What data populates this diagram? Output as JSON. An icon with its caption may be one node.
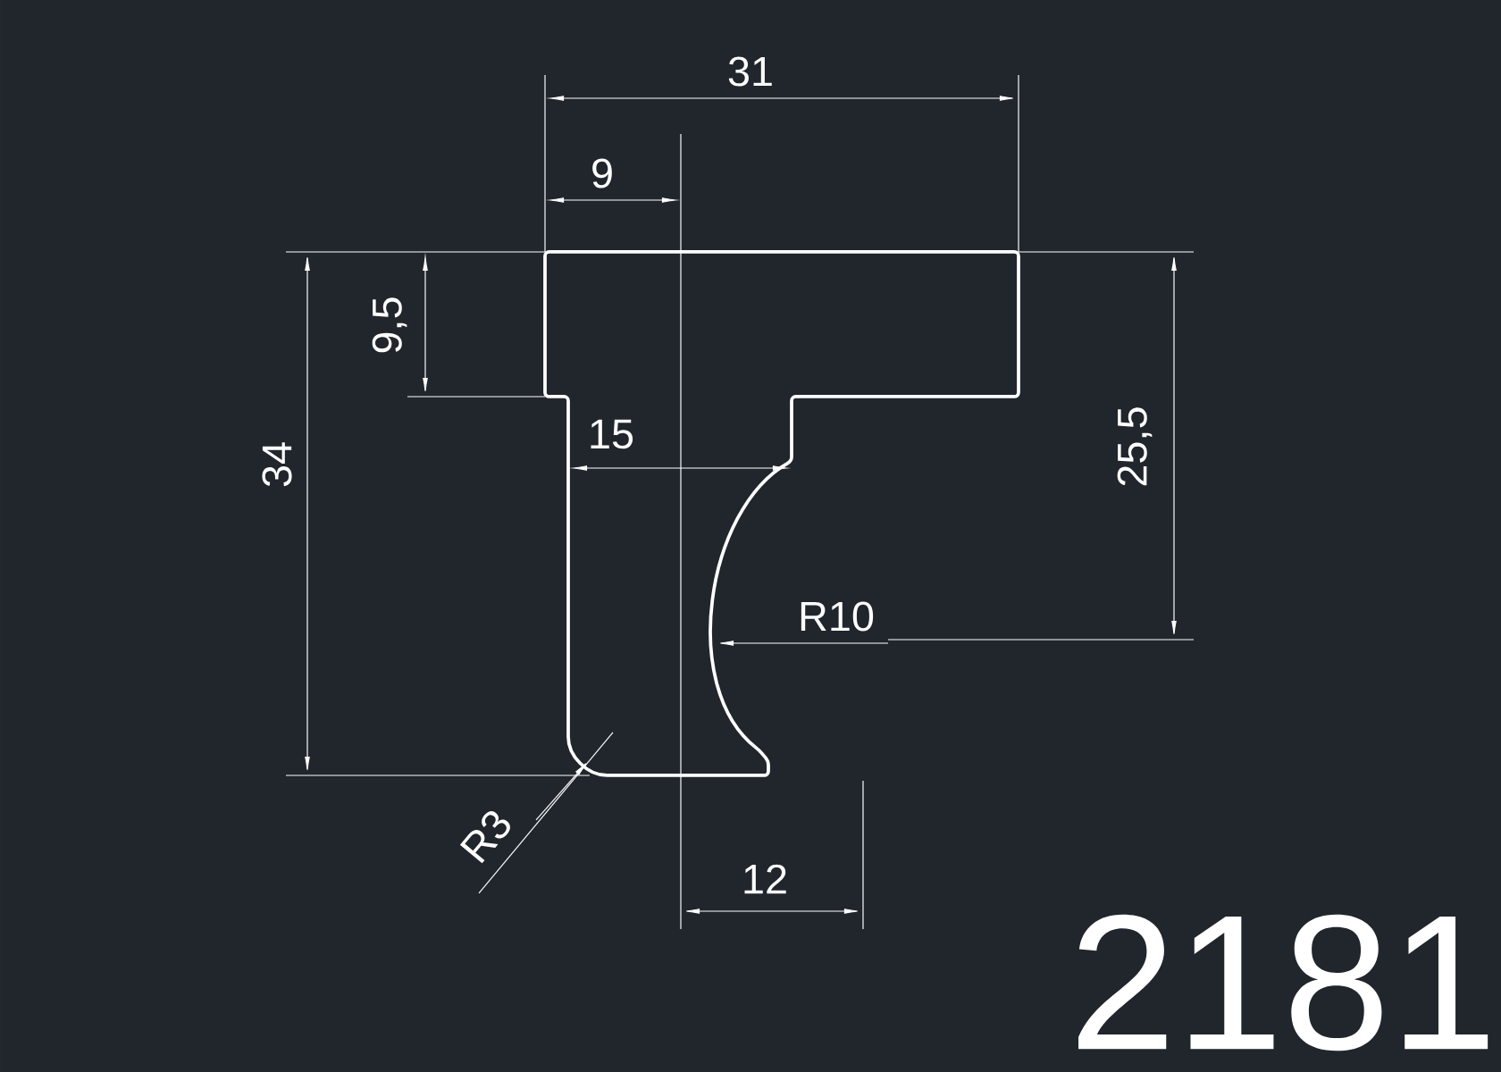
{
  "diagram": {
    "labels": [
      "31",
      "9",
      "9,5",
      "34",
      "15",
      "25,5",
      "R10",
      "R3",
      "12",
      "2181"
    ]
  }
}
